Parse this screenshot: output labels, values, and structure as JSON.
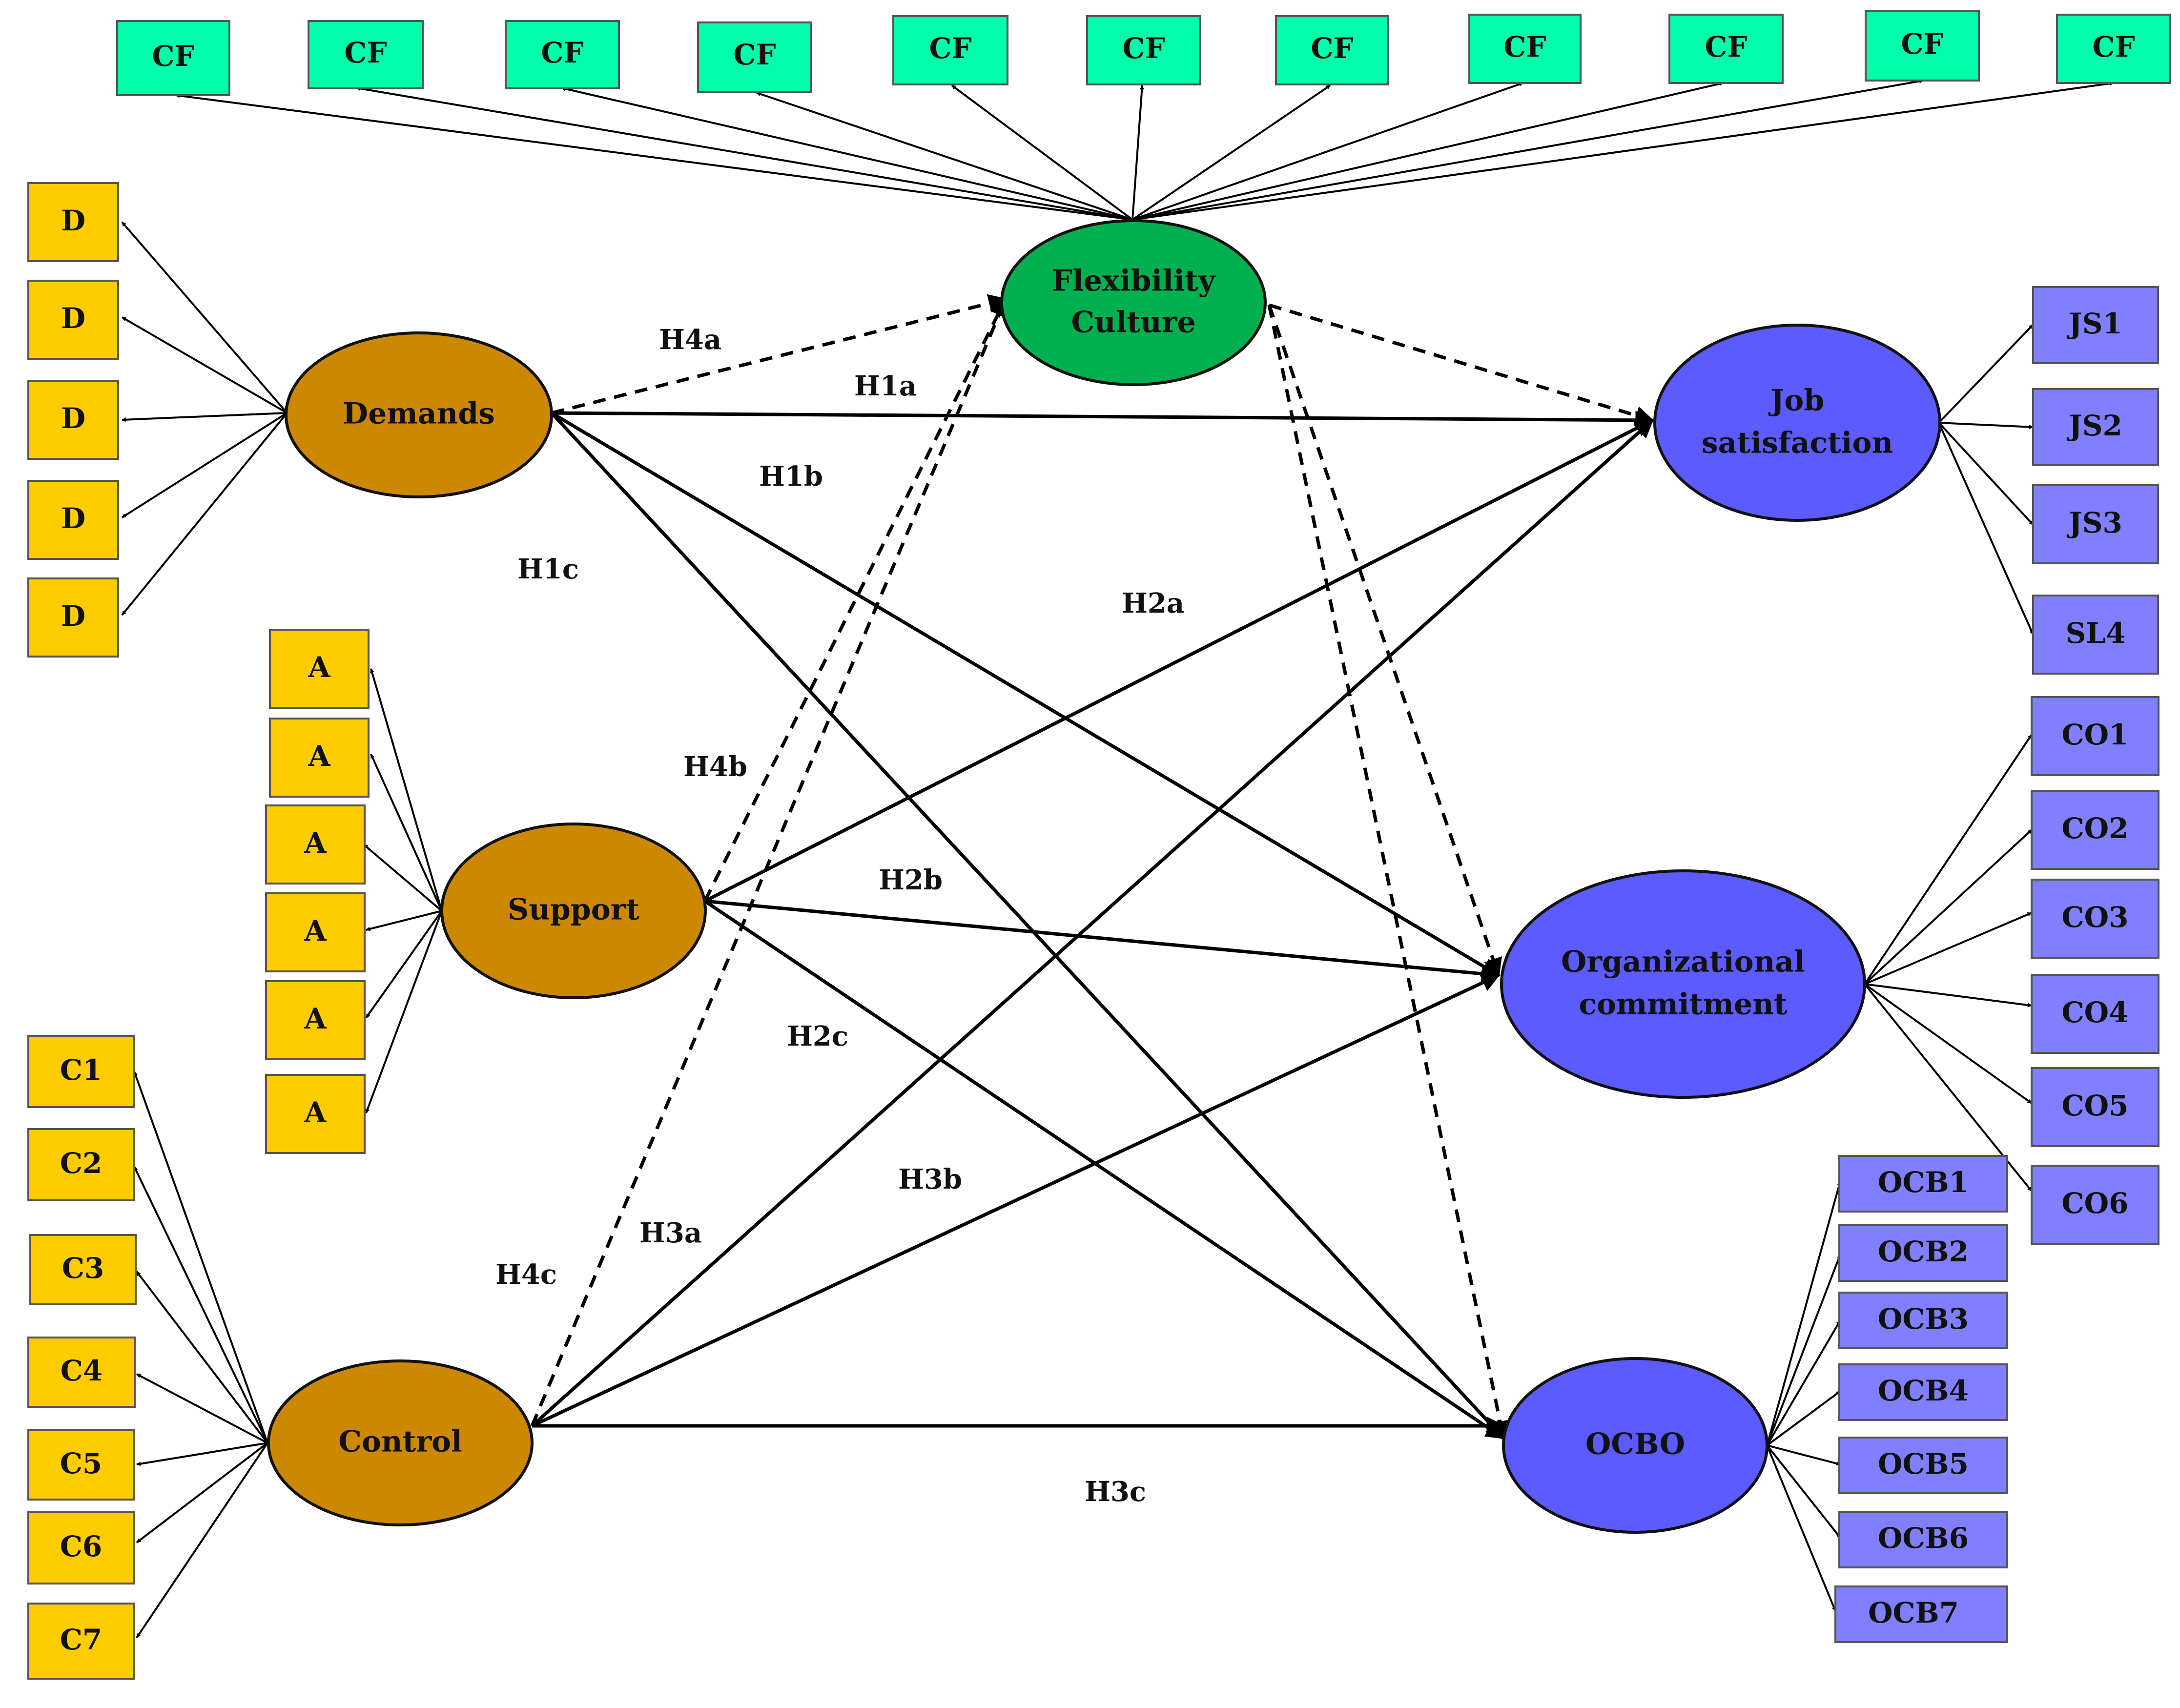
{
  "constructs": {
    "flexibility": {
      "line1": "Flexibility",
      "line2": "Culture",
      "color": "#00b050"
    },
    "demands": {
      "label": "Demands",
      "color": "#cc8800"
    },
    "support": {
      "label": "Support",
      "color": "#cc8800"
    },
    "control": {
      "label": "Control",
      "color": "#cc8800"
    },
    "job_satisfaction": {
      "line1": "Job",
      "line2": "satisfaction",
      "color": "#5b5bff"
    },
    "org_commitment": {
      "line1": "Organizational",
      "line2": "commitment",
      "color": "#5b5bff"
    },
    "ocbo": {
      "label": "OCBO",
      "color": "#5b5bff"
    }
  },
  "indicators": {
    "cf": [
      "CF",
      "CF",
      "CF",
      "CF",
      "CF",
      "CF",
      "CF",
      "CF",
      "CF",
      "CF",
      "CF"
    ],
    "d": [
      "D",
      "D",
      "D",
      "D",
      "D"
    ],
    "a": [
      "A",
      "A",
      "A",
      "A",
      "A",
      "A"
    ],
    "c": [
      "C1",
      "C2",
      "C3",
      "C4",
      "C5",
      "C6",
      "C7"
    ],
    "js": [
      "JS1",
      "JS2",
      "JS3",
      "SL4"
    ],
    "co": [
      "CO1",
      "CO2",
      "CO3",
      "CO4",
      "CO5",
      "CO6"
    ],
    "ocb": [
      "OCB1",
      "OCB2",
      "OCB3",
      "OCB4",
      "OCB5",
      "OCB6",
      "OCB7"
    ]
  },
  "hypotheses": {
    "h1a": "H1a",
    "h1b": "H1b",
    "h1c": "H1c",
    "h2a": "H2a",
    "h2b": "H2b",
    "h2c": "H2c",
    "h3a": "H3a",
    "h3b": "H3b",
    "h3c": "H3c",
    "h4a": "H4a",
    "h4b": "H4b",
    "h4c": "H4c"
  },
  "colors": {
    "cf_box": "#00ffaa",
    "exogenous_box": "#ffcc00",
    "outcome_box": "#8080ff"
  }
}
